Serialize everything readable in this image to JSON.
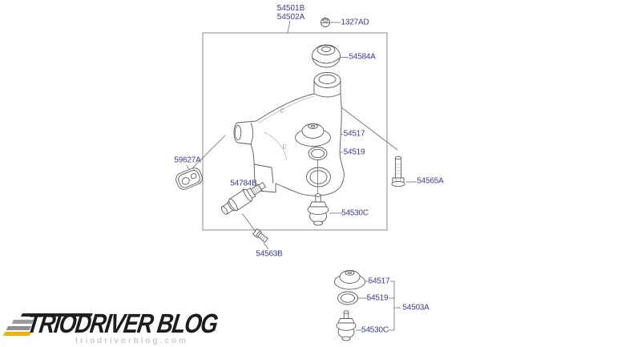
{
  "diagram": {
    "assembly": {
      "line1": "54501B",
      "line2": "54502A"
    },
    "parts": {
      "nut": "1327AD",
      "upper_bushing": "54584A",
      "washer": "54517",
      "ring": "54519",
      "ball_joint": "54530C",
      "bushing_bolt": "54784B",
      "plate": "59627A",
      "mount_bolt": "54565A",
      "flange_bolt": "54563B"
    },
    "kit": {
      "washer": "54517",
      "ring": "54519",
      "ball_joint": "54530C",
      "kit_number": "54503A"
    },
    "stamp": "C",
    "colors": {
      "label": "#3b3b9e",
      "line": "#6f6f6f"
    }
  },
  "watermark": {
    "title": "TRIODRIVER BLOG",
    "url": "triodriverblog.com",
    "colors": {
      "text": "#1d1d1d",
      "url": "#b8b8b8",
      "accent": "#f1b200",
      "stripe": "#999999"
    }
  }
}
